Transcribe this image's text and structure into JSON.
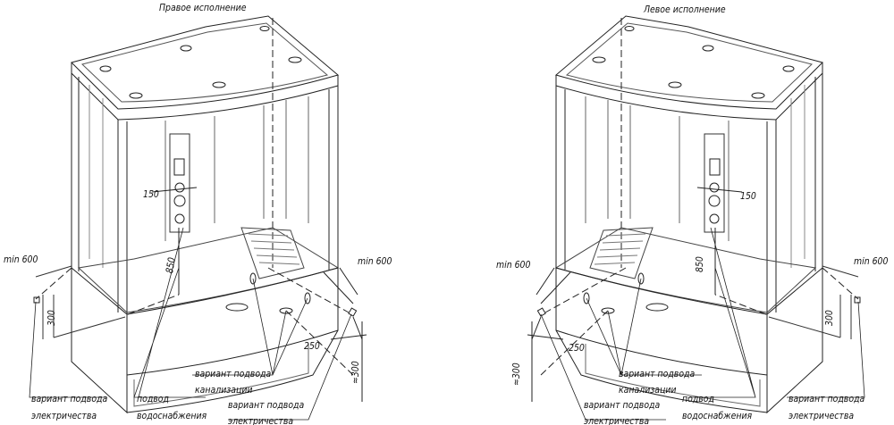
{
  "titles": {
    "right_version": "Правое исполнение",
    "left_version": "Левое исполнение"
  },
  "dimensions": {
    "min_clearance": "min 600",
    "height_300": "300",
    "approx_300": "≈300",
    "offset_250": "250",
    "height_850": "850",
    "width_150": "150"
  },
  "labels": {
    "electric_1": "вариант подвода",
    "electric_2": "электричества",
    "drain_1": "вариант подвода",
    "drain_2": "канализации",
    "water_1": "подвод",
    "water_2": "водоснабжения"
  }
}
